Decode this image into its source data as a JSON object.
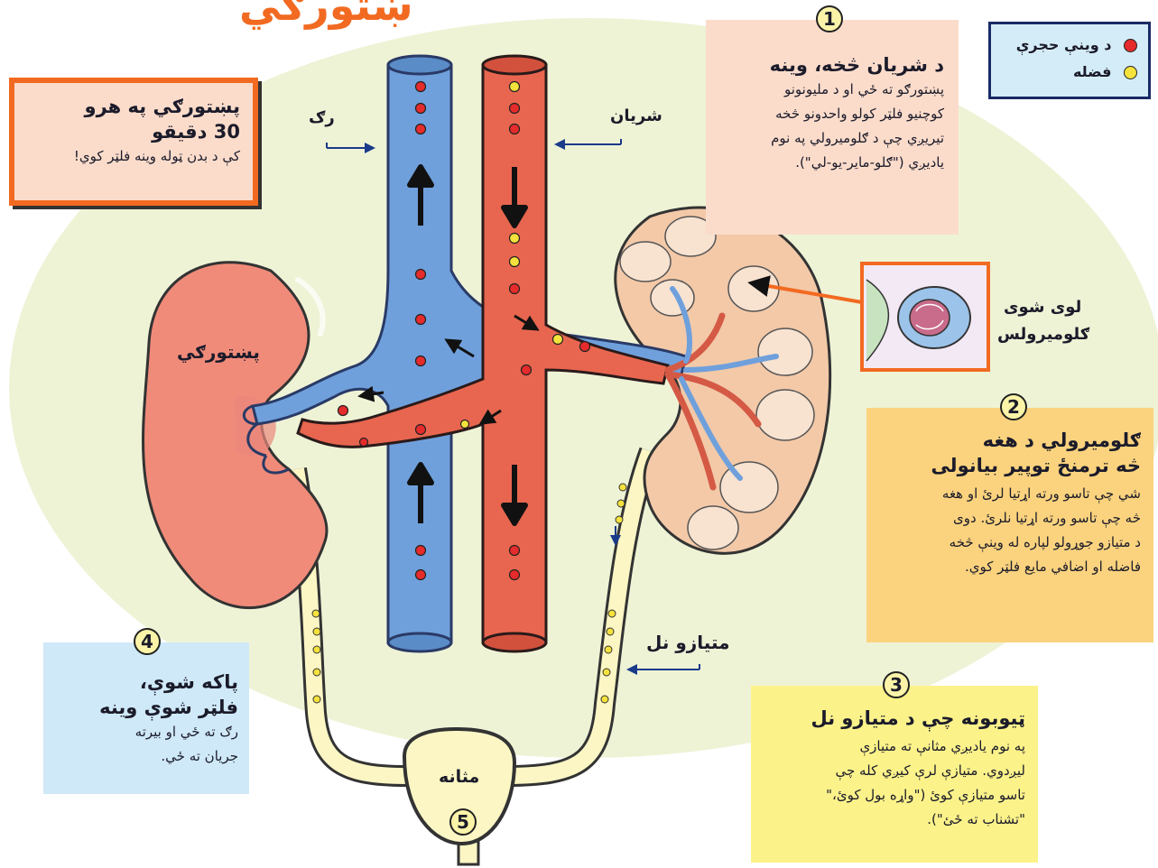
{
  "title": "ښتورګي",
  "labels": {
    "vein": "رګ",
    "artery": "شریان",
    "kidney": "پښتورګي",
    "ureter": "متیازو نل",
    "bladder": "مثانه",
    "glomerulus": [
      "لوی شوی",
      "ګلومیرولس"
    ]
  },
  "legend": {
    "red_cells": "د وینې حجرې",
    "waste": "فضله"
  },
  "boxes": {
    "kidneys": {
      "title": [
        "پښتورګي په هرو",
        "30 دقیقو"
      ],
      "text": [
        "کې د بدن ټوله وینه فلټر کوي!"
      ]
    },
    "step1": {
      "num": "1",
      "title": [
        "د شریان څخه، وینه"
      ],
      "text": [
        "پښتورګو ته ځي او د ملیونونو",
        "کوچنیو فلټر کولو واحدونو څخه",
        "تیریږي چې د ګلومیرولي په نوم",
        "یادیږي (\"ګلو-مایر-یو-لي\")."
      ]
    },
    "step2": {
      "num": "2",
      "title": [
        "ګلومیرولي د هغه",
        "څه ترمنځ توپیر بیانولی"
      ],
      "text": [
        "شي چې تاسو ورته اړتیا لرئ او هغه",
        "څه چې تاسو ورته اړتیا نلرئ. دوی",
        "د متیازو جوړولو لپاره له وینې څخه",
        "فاضله او اضافي مایع فلټر کوي."
      ]
    },
    "step3": {
      "num": "3",
      "title": [
        "ټیوبونه چې د متیازو نل"
      ],
      "text": [
        "په نوم یادیږي مثانې ته متیازې",
        "لیږدوي. متیازې لرې کیږي کله چې",
        "تاسو متیازې کوئ (\"واړه بول کوئ،\"",
        "\"تشناب ته ځئ\")."
      ]
    },
    "step4": {
      "num": "4",
      "title": [
        "پاکه شوې،",
        "فلټر شوې وینه"
      ],
      "text": [
        "رګ ته ځي او بیرته",
        "جریان ته ځي."
      ]
    },
    "bladder_num": "5"
  },
  "colors": {
    "vein": "#6fa0dc",
    "artery": "#e8664f",
    "kidney": "#f08b7a",
    "ureter": "#fbf6c4",
    "background_glow": "#eef3d6",
    "title": "#f26a21"
  }
}
